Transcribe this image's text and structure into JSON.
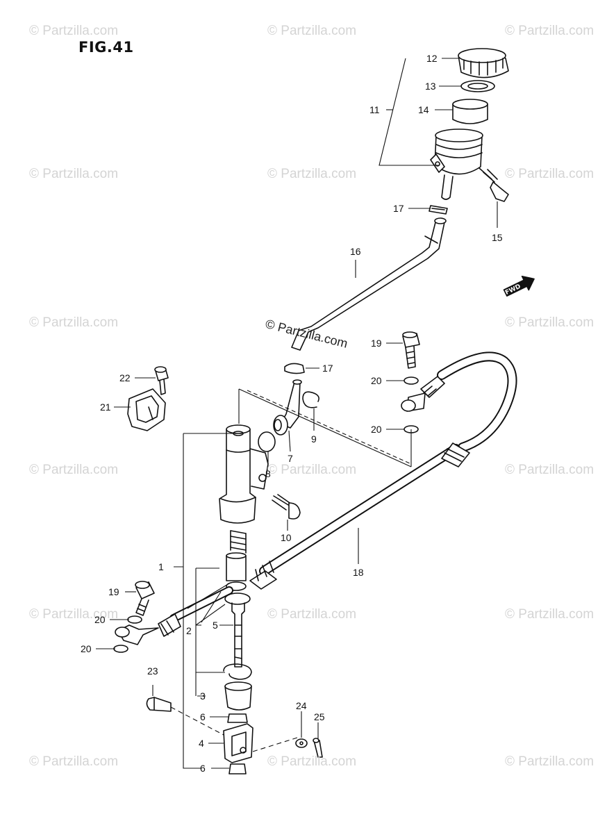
{
  "figure": {
    "title": "FIG.41"
  },
  "watermark": {
    "text": "© Partzilla.com",
    "center_text": "© Partzilla.com"
  },
  "fwd": {
    "label": "FWD"
  },
  "callouts": [
    {
      "id": "c12",
      "label": "12"
    },
    {
      "id": "c13",
      "label": "13"
    },
    {
      "id": "c11",
      "label": "11"
    },
    {
      "id": "c14",
      "label": "14"
    },
    {
      "id": "c17a",
      "label": "17"
    },
    {
      "id": "c15",
      "label": "15"
    },
    {
      "id": "c16",
      "label": "16"
    },
    {
      "id": "c19a",
      "label": "19"
    },
    {
      "id": "c17b",
      "label": "17"
    },
    {
      "id": "c20a",
      "label": "20"
    },
    {
      "id": "c22",
      "label": "22"
    },
    {
      "id": "c21",
      "label": "21"
    },
    {
      "id": "c20b",
      "label": "20"
    },
    {
      "id": "c9",
      "label": "9"
    },
    {
      "id": "c8",
      "label": "8"
    },
    {
      "id": "c7",
      "label": "7"
    },
    {
      "id": "c10",
      "label": "10"
    },
    {
      "id": "c1",
      "label": "1"
    },
    {
      "id": "c18",
      "label": "18"
    },
    {
      "id": "c19b",
      "label": "19"
    },
    {
      "id": "c20c",
      "label": "20"
    },
    {
      "id": "c2",
      "label": "2"
    },
    {
      "id": "c5",
      "label": "5"
    },
    {
      "id": "c20d",
      "label": "20"
    },
    {
      "id": "c23",
      "label": "23"
    },
    {
      "id": "c3",
      "label": "3"
    },
    {
      "id": "c6a",
      "label": "6"
    },
    {
      "id": "c24",
      "label": "24"
    },
    {
      "id": "c25",
      "label": "25"
    },
    {
      "id": "c4",
      "label": "4"
    },
    {
      "id": "c6b",
      "label": "6"
    }
  ]
}
